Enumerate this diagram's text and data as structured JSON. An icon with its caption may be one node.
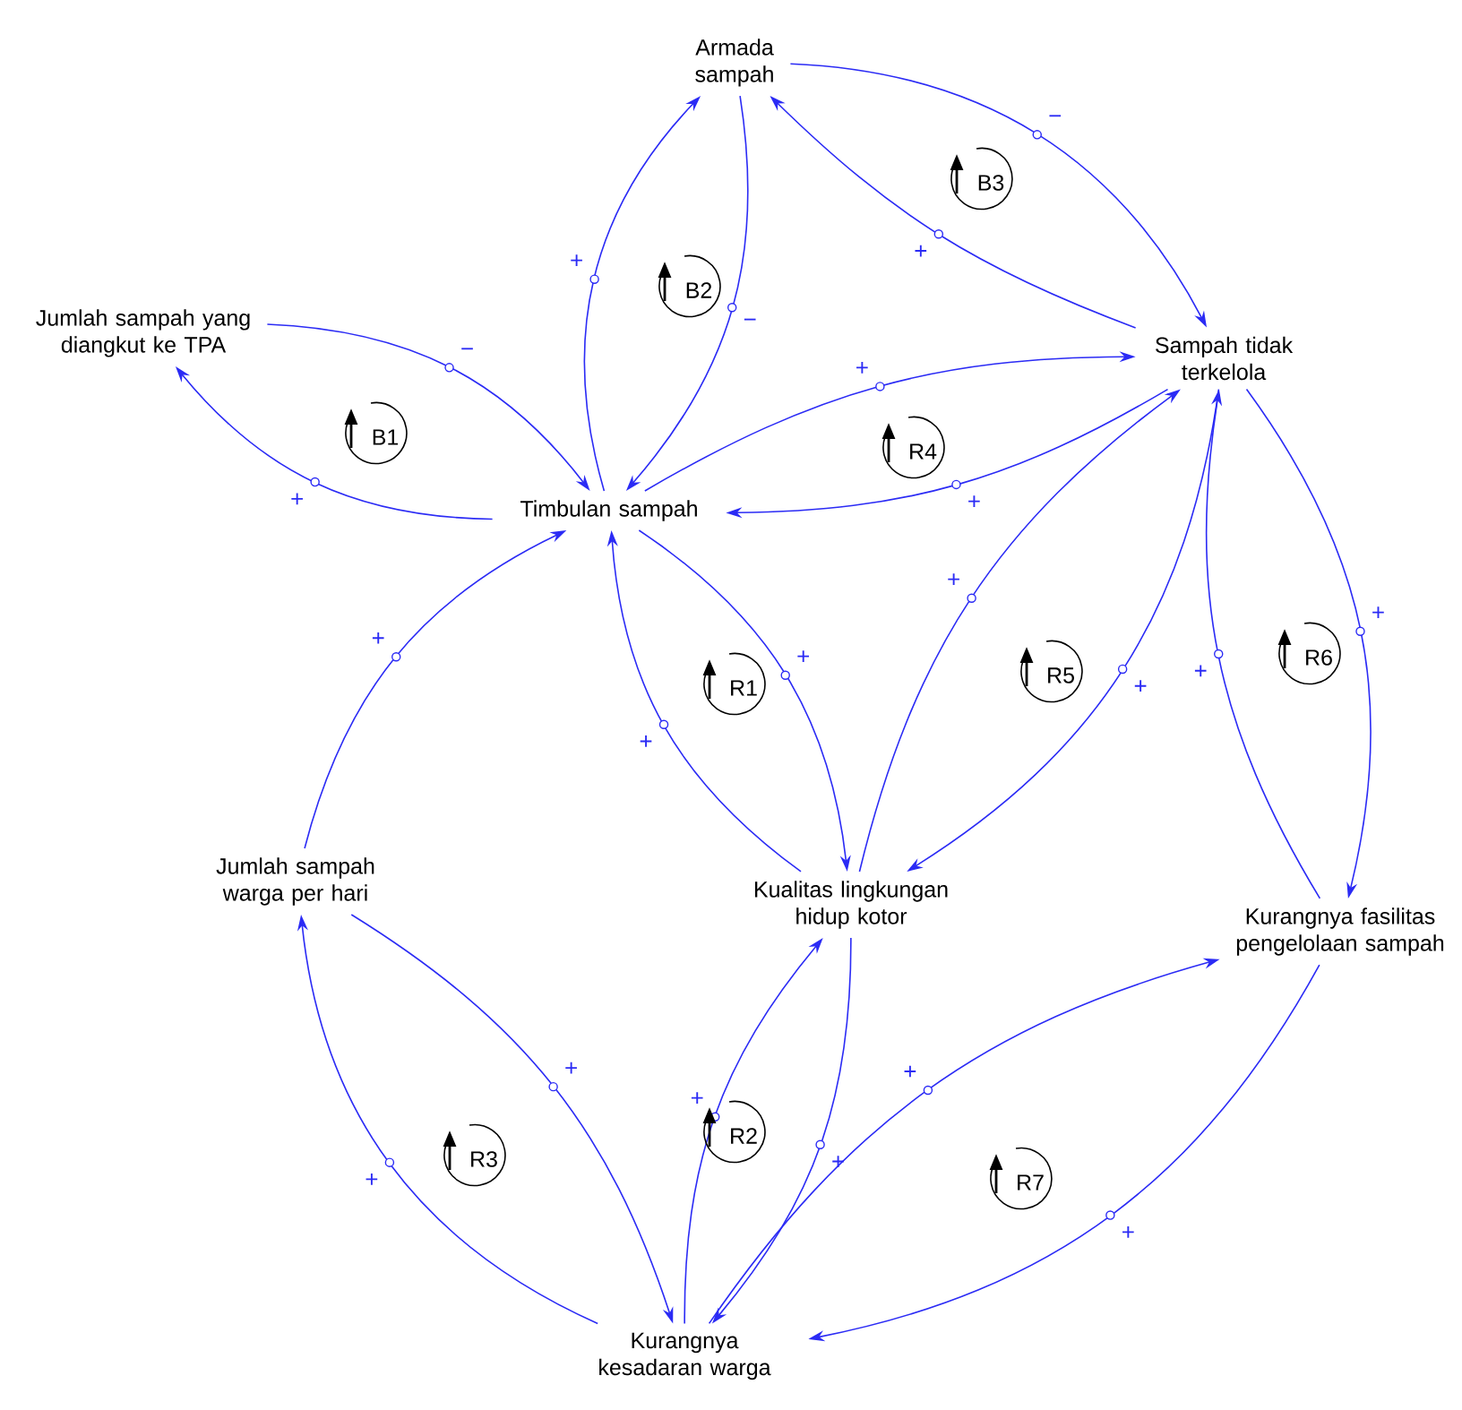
{
  "diagram": {
    "nodes": [
      {
        "text": [
          "Armada sampah"
        ]
      },
      {
        "text": [
          "Jumlah sampah yang diangkut ke TPA"
        ]
      },
      {
        "text": [
          "Sampah tidak terkelola"
        ]
      },
      {
        "text": [
          "Timbulan sampah"
        ]
      },
      {
        "text": [
          "Jumlah sampah warga per hari"
        ]
      },
      {
        "text": [
          "Kualitas lingkungan hidup kotor"
        ]
      },
      {
        "text": [
          "Kurangnya fasilitas pengelolaan sampah"
        ]
      },
      {
        "text": [
          "Kurangnya kesadaran warga"
        ]
      }
    ],
    "edges": [
      {
        "from": 3,
        "to": 0,
        "arrow": "to",
        "label": "+"
      },
      {
        "from": 0,
        "to": 3,
        "arrow": "to",
        "label": "−"
      },
      {
        "from": 1,
        "to": 3,
        "arrow": "to",
        "label": "−"
      },
      {
        "from": 3,
        "to": 1,
        "arrow": "to",
        "label": "+"
      },
      {
        "from": 2,
        "to": 0,
        "arrow": "to",
        "label": "+"
      },
      {
        "from": 0,
        "to": 2,
        "arrow": "to",
        "label": "−"
      },
      {
        "from": 3,
        "to": 2,
        "arrow": "to",
        "label": "+"
      },
      {
        "from": 2,
        "to": 3,
        "arrow": "to",
        "label": "+"
      },
      {
        "from": 3,
        "to": 5,
        "arrow": "to",
        "label": "+"
      },
      {
        "from": 5,
        "to": 3,
        "arrow": "to",
        "label": "+"
      },
      {
        "from": 5,
        "to": 2,
        "arrow": "to",
        "label": "+"
      },
      {
        "from": 2,
        "to": 5,
        "arrow": "to",
        "label": "+"
      },
      {
        "from": 2,
        "to": 6,
        "arrow": "to",
        "label": "+"
      },
      {
        "from": 6,
        "to": 2,
        "arrow": "to",
        "label": "+"
      },
      {
        "from": 4,
        "to": 3,
        "arrow": "to",
        "label": "+"
      },
      {
        "from": 4,
        "to": 7,
        "arrow": "to",
        "label": "+"
      },
      {
        "from": 7,
        "to": 4,
        "arrow": "to",
        "label": "+"
      },
      {
        "from": 7,
        "to": 5,
        "arrow": "to",
        "label": "+"
      },
      {
        "from": 5,
        "to": 7,
        "arrow": "to",
        "label": "+"
      },
      {
        "from": 7,
        "to": 6,
        "arrow": "to",
        "label": "+"
      },
      {
        "from": 6,
        "to": 7,
        "arrow": "to",
        "label": "+"
      }
    ],
    "labels": [
      "B3",
      "B2",
      "B1",
      "R4",
      "R6",
      "R5",
      "R1",
      "R2",
      "R3",
      "R7"
    ]
  }
}
